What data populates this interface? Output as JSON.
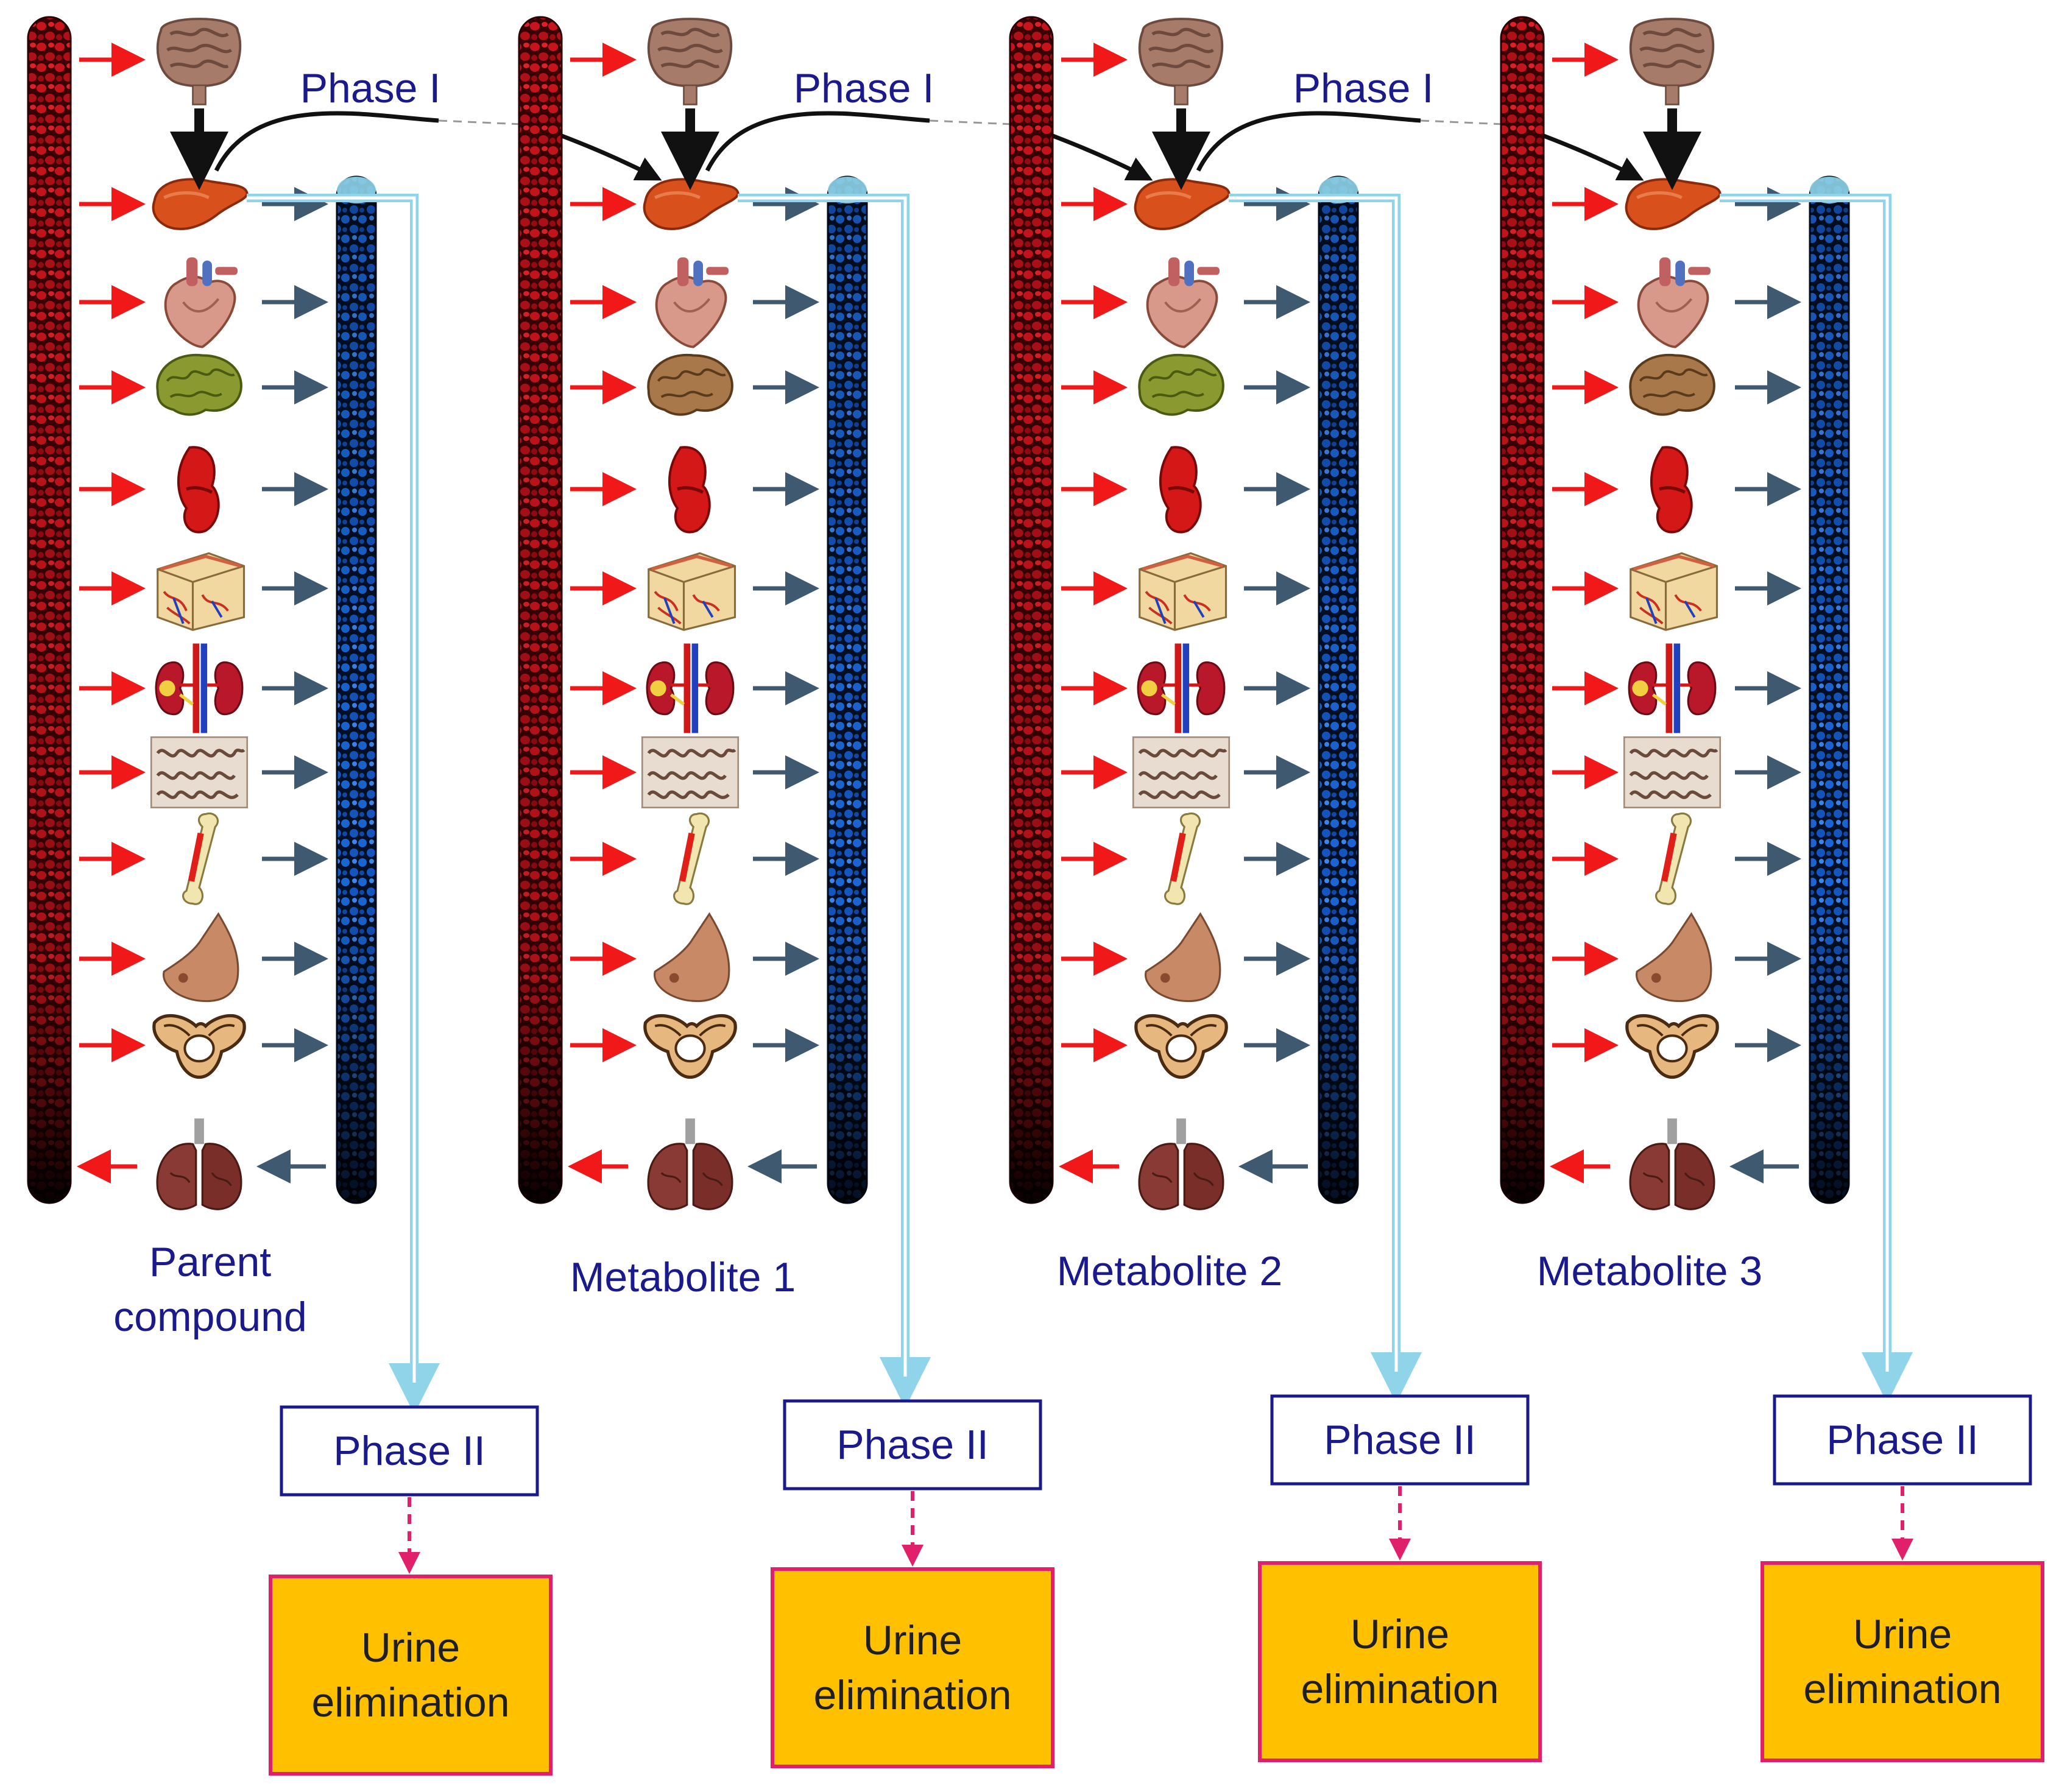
{
  "colors": {
    "artery": "#c8141c",
    "artery_dark": "#1a0000",
    "vein": "#1a66d6",
    "vein_dark": "#000814",
    "in_arrow": "#f01818",
    "out_arrow": "#3f5a70",
    "label": "#1a1a8c",
    "phase2_border": "#1a1a8c",
    "phase2_fill": "#ffffff",
    "urine_fill": "#ffc000",
    "urine_border": "#e0206a",
    "lymph_line": "#8fd4e8",
    "dashed_arrow": "#e0206a"
  },
  "organ_icons": [
    "intestine-icon",
    "liver-icon",
    "heart-icon",
    "brain-icon",
    "spleen-icon",
    "skin-icon",
    "kidney-icon",
    "gut-tissue-icon",
    "bone-icon",
    "breast-icon",
    "pelvis-icon",
    "lung-icon"
  ],
  "phase1_label": "Phase I",
  "phase2_label": "Phase II",
  "urine_line1": "Urine",
  "urine_line2": "elimination",
  "columns": [
    {
      "id": "parent",
      "label_lines": [
        "Parent",
        "compound"
      ]
    },
    {
      "id": "m1",
      "label_lines": [
        "Metabolite 1"
      ]
    },
    {
      "id": "m2",
      "label_lines": [
        "Metabolite 2"
      ]
    },
    {
      "id": "m3",
      "label_lines": [
        "Metabolite 3"
      ]
    }
  ]
}
